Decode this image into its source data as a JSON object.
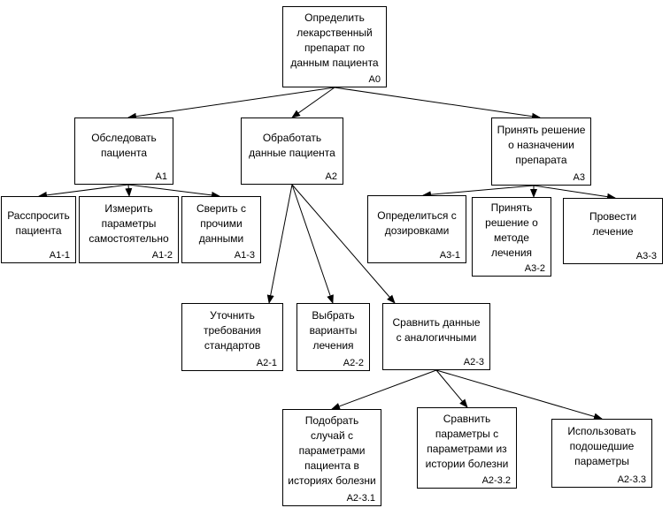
{
  "nodes": {
    "a0": {
      "label": "Определить\nлекарственный\nпрепарат по\nданным пациента",
      "code": "A0"
    },
    "a1": {
      "label": "Обследовать\nпациента",
      "code": "A1"
    },
    "a2": {
      "label": "Обработать\nданные пациента",
      "code": "A2"
    },
    "a3": {
      "label": "Принять решение\nо назначении\nпрепарата",
      "code": "A3"
    },
    "a1_1": {
      "label": "Расспросить\nпациента",
      "code": "A1-1"
    },
    "a1_2": {
      "label": "Измерить\nпараметры\nсамостоятельно",
      "code": "A1-2"
    },
    "a1_3": {
      "label": "Сверить с\nпрочими\nданными",
      "code": "A1-3"
    },
    "a3_1": {
      "label": "Определиться с\nдозировками",
      "code": "A3-1"
    },
    "a3_2": {
      "label": "Принять\nрешение о\nметоде\nлечения",
      "code": "A3-2"
    },
    "a3_3": {
      "label": "Провести\nлечение",
      "code": "A3-3"
    },
    "a2_1": {
      "label": "Уточнить\nтребования\nстандартов",
      "code": "A2-1"
    },
    "a2_2": {
      "label": "Выбрать\nварианты\nлечения",
      "code": "A2-2"
    },
    "a2_3": {
      "label": "Сравнить данные\nс аналогичными",
      "code": "A2-3"
    },
    "a2_3_1": {
      "label": "Подобрать\nслучай с\nпараметрами\nпациента в\nисториях болезни",
      "code": "A2-3.1"
    },
    "a2_3_2": {
      "label": "Сравнить\nпараметры с\nпараметрами из\nистории болезни",
      "code": "A2-3.2"
    },
    "a2_3_3": {
      "label": "Использовать\nподошедшие\nпараметры",
      "code": "A2-3.3"
    }
  }
}
